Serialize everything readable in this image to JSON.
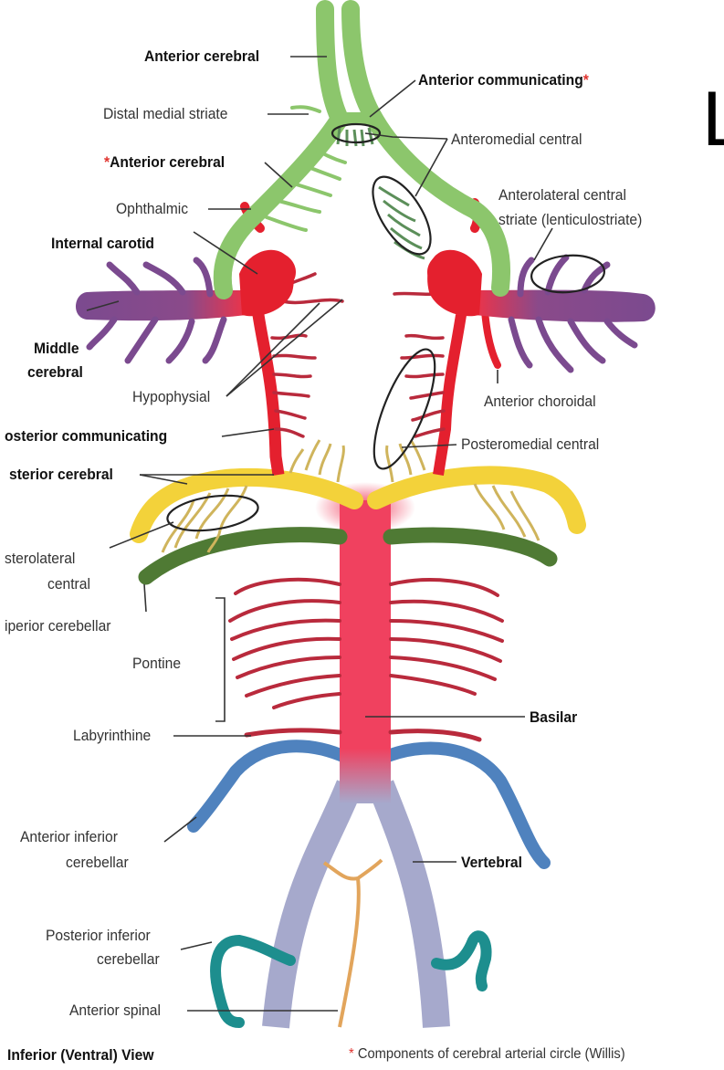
{
  "labels": {
    "anterior_cerebral_top": "Anterior cerebral",
    "anterior_communicating": "Anterior communicating",
    "distal_medial_striate": "Distal medial striate",
    "anteromedial_central": "Anteromedial central",
    "anterior_cerebral_star": "Anterior cerebral",
    "ophthalmic": "Ophthalmic",
    "anterolateral_central_1": "Anterolateral central",
    "anterolateral_central_2": "striate (lenticulostriate)",
    "internal_carotid": "Internal carotid",
    "middle_cerebral_1": "Middle",
    "middle_cerebral_2": "cerebral",
    "hypophysial": "Hypophysial",
    "anterior_choroidal": "Anterior choroidal",
    "posterior_communicating": "osterior communicating",
    "posteromedial_central": "Posteromedial central",
    "posterior_cerebral": "sterior cerebral",
    "posterolateral_1": "sterolateral",
    "posterolateral_2": "central",
    "superior_cerebellar": "iperior cerebellar",
    "pontine": "Pontine",
    "labyrinthine": "Labyrinthine",
    "basilar": "Basilar",
    "aica_1": "Anterior inferior",
    "aica_2": "cerebellar",
    "vertebral": "Vertebral",
    "pica_1": "Posterior inferior",
    "pica_2": "cerebellar",
    "anterior_spinal": "Anterior spinal",
    "view_title": "Inferior (Ventral) View",
    "footnote": "Components of cerebral arterial circle (Willis)",
    "star": "*",
    "edge_letter": "L"
  },
  "colors": {
    "anterior_cerebral": "#8cc66c",
    "internal_carotid": "#e4202e",
    "middle_cerebral": "#7b4a8f",
    "posterior_cerebral": "#f3d23a",
    "superior_cerebellar": "#4f7a34",
    "basilar": "#f0415f",
    "aica": "#4f82be",
    "vertebral": "#a6a9cc",
    "pica": "#1d8e8e",
    "anterior_spinal": "#e2a55c",
    "branch_red": "#b92a3c",
    "branch_yellow": "#cfb45c",
    "star": "#e0332e"
  }
}
